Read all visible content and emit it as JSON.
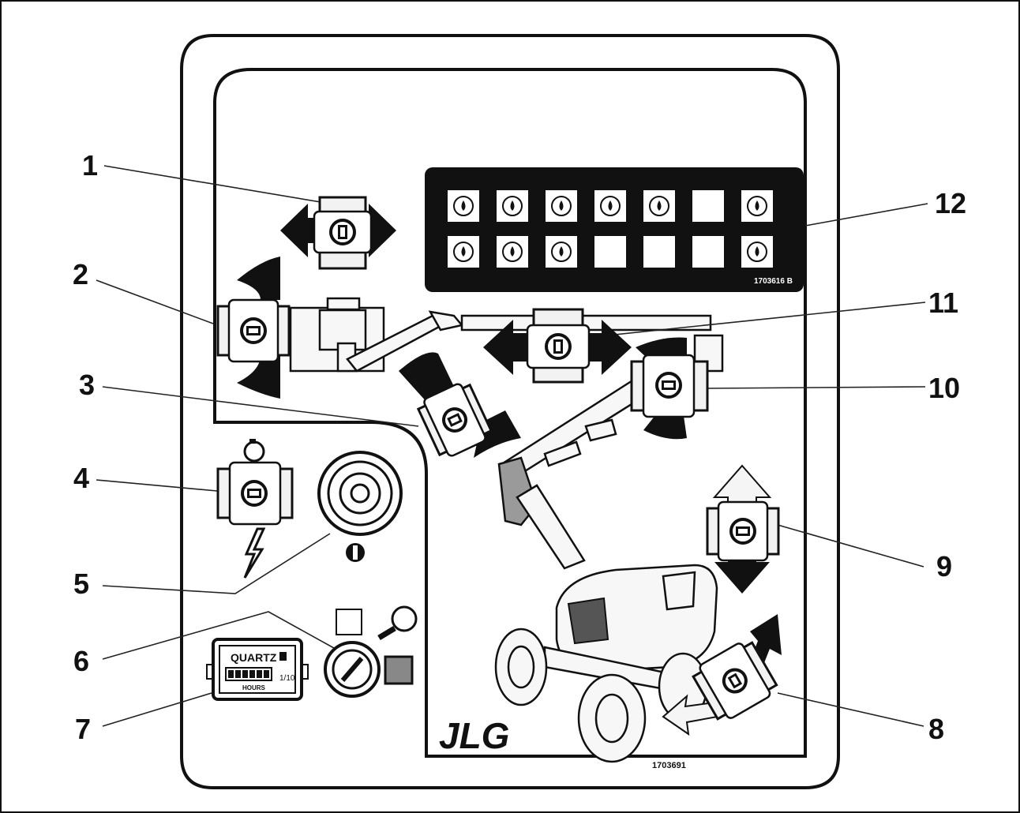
{
  "callouts": [
    "1",
    "2",
    "3",
    "4",
    "5",
    "6",
    "7",
    "8",
    "9",
    "10",
    "11",
    "12"
  ],
  "indicator_panel": {
    "part_number": "1703616 B",
    "top_row_icons": [
      "battery-icon",
      "engine-oil-pressure-icon",
      "coolant-temperature-icon",
      "oil-temperature-icon",
      "warning-icon",
      "blank-tile",
      "fuel-icon"
    ],
    "bottom_row_icons": [
      "glow-plug-cycle-icon",
      "hydraulic-oil-gear-icon",
      "fuel-filter-icon",
      "blank-tile",
      "blank-tile",
      "blank-tile",
      "engine-glow-plug-icon"
    ]
  },
  "hour_meter": {
    "brand": "QUARTZ",
    "unit": "HOURS",
    "tenths": "1/10"
  },
  "logo": "JLG",
  "panel_part_number": "1703691"
}
